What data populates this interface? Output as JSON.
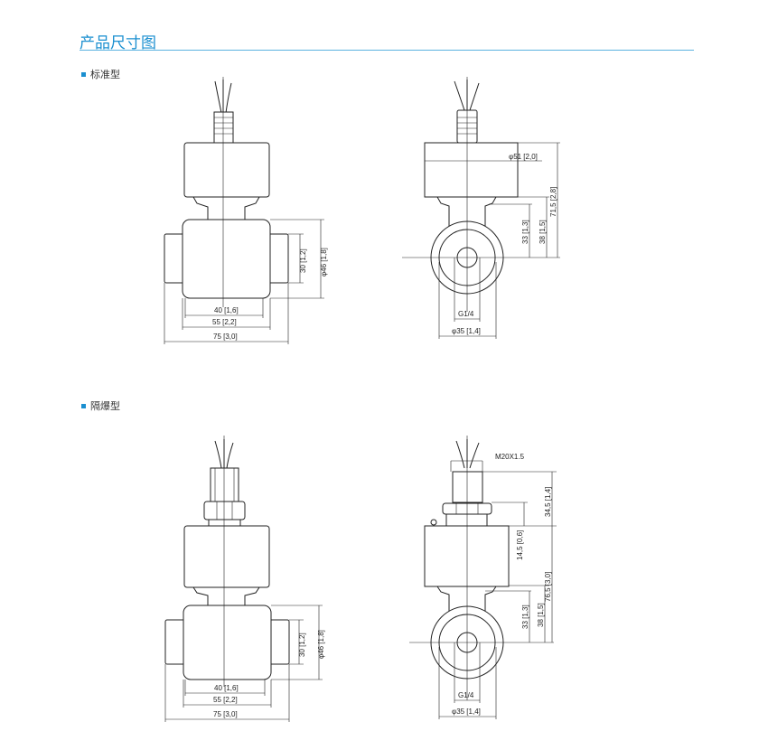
{
  "header": {
    "title": "产品尺寸图",
    "accent_color": "#1a8fd0"
  },
  "sections": [
    {
      "label": "标准型",
      "front": {
        "d40": "40 [1,6]",
        "d55": "55 [2,2]",
        "d75": "75 [3,0]",
        "d30": "30 [1,2]",
        "d46": "φ46 [1,8]"
      },
      "side": {
        "d51": "φ51 [2,0]",
        "d33": "33 [1,3]",
        "d38": "38 [1,5]",
        "d715": "71,5 [2,8]",
        "g14": "G1/4",
        "d35": "φ35 [1,4]"
      }
    },
    {
      "label": "隔爆型",
      "front": {
        "d40": "40 [1,6]",
        "d55": "55 [2,2]",
        "d75": "75 [3,0]",
        "d30": "30 [1,2]",
        "d46": "φ46 [1,8]"
      },
      "side": {
        "m20": "M20X1.5",
        "d345": "34,5 [1,4]",
        "d145": "14,5 [0,6]",
        "d765": "76,5 [3,0]",
        "d33": "33 [1,3]",
        "d38": "38 [1,5]",
        "g14": "G1/4",
        "d35": "φ35 [1,4]"
      }
    }
  ]
}
